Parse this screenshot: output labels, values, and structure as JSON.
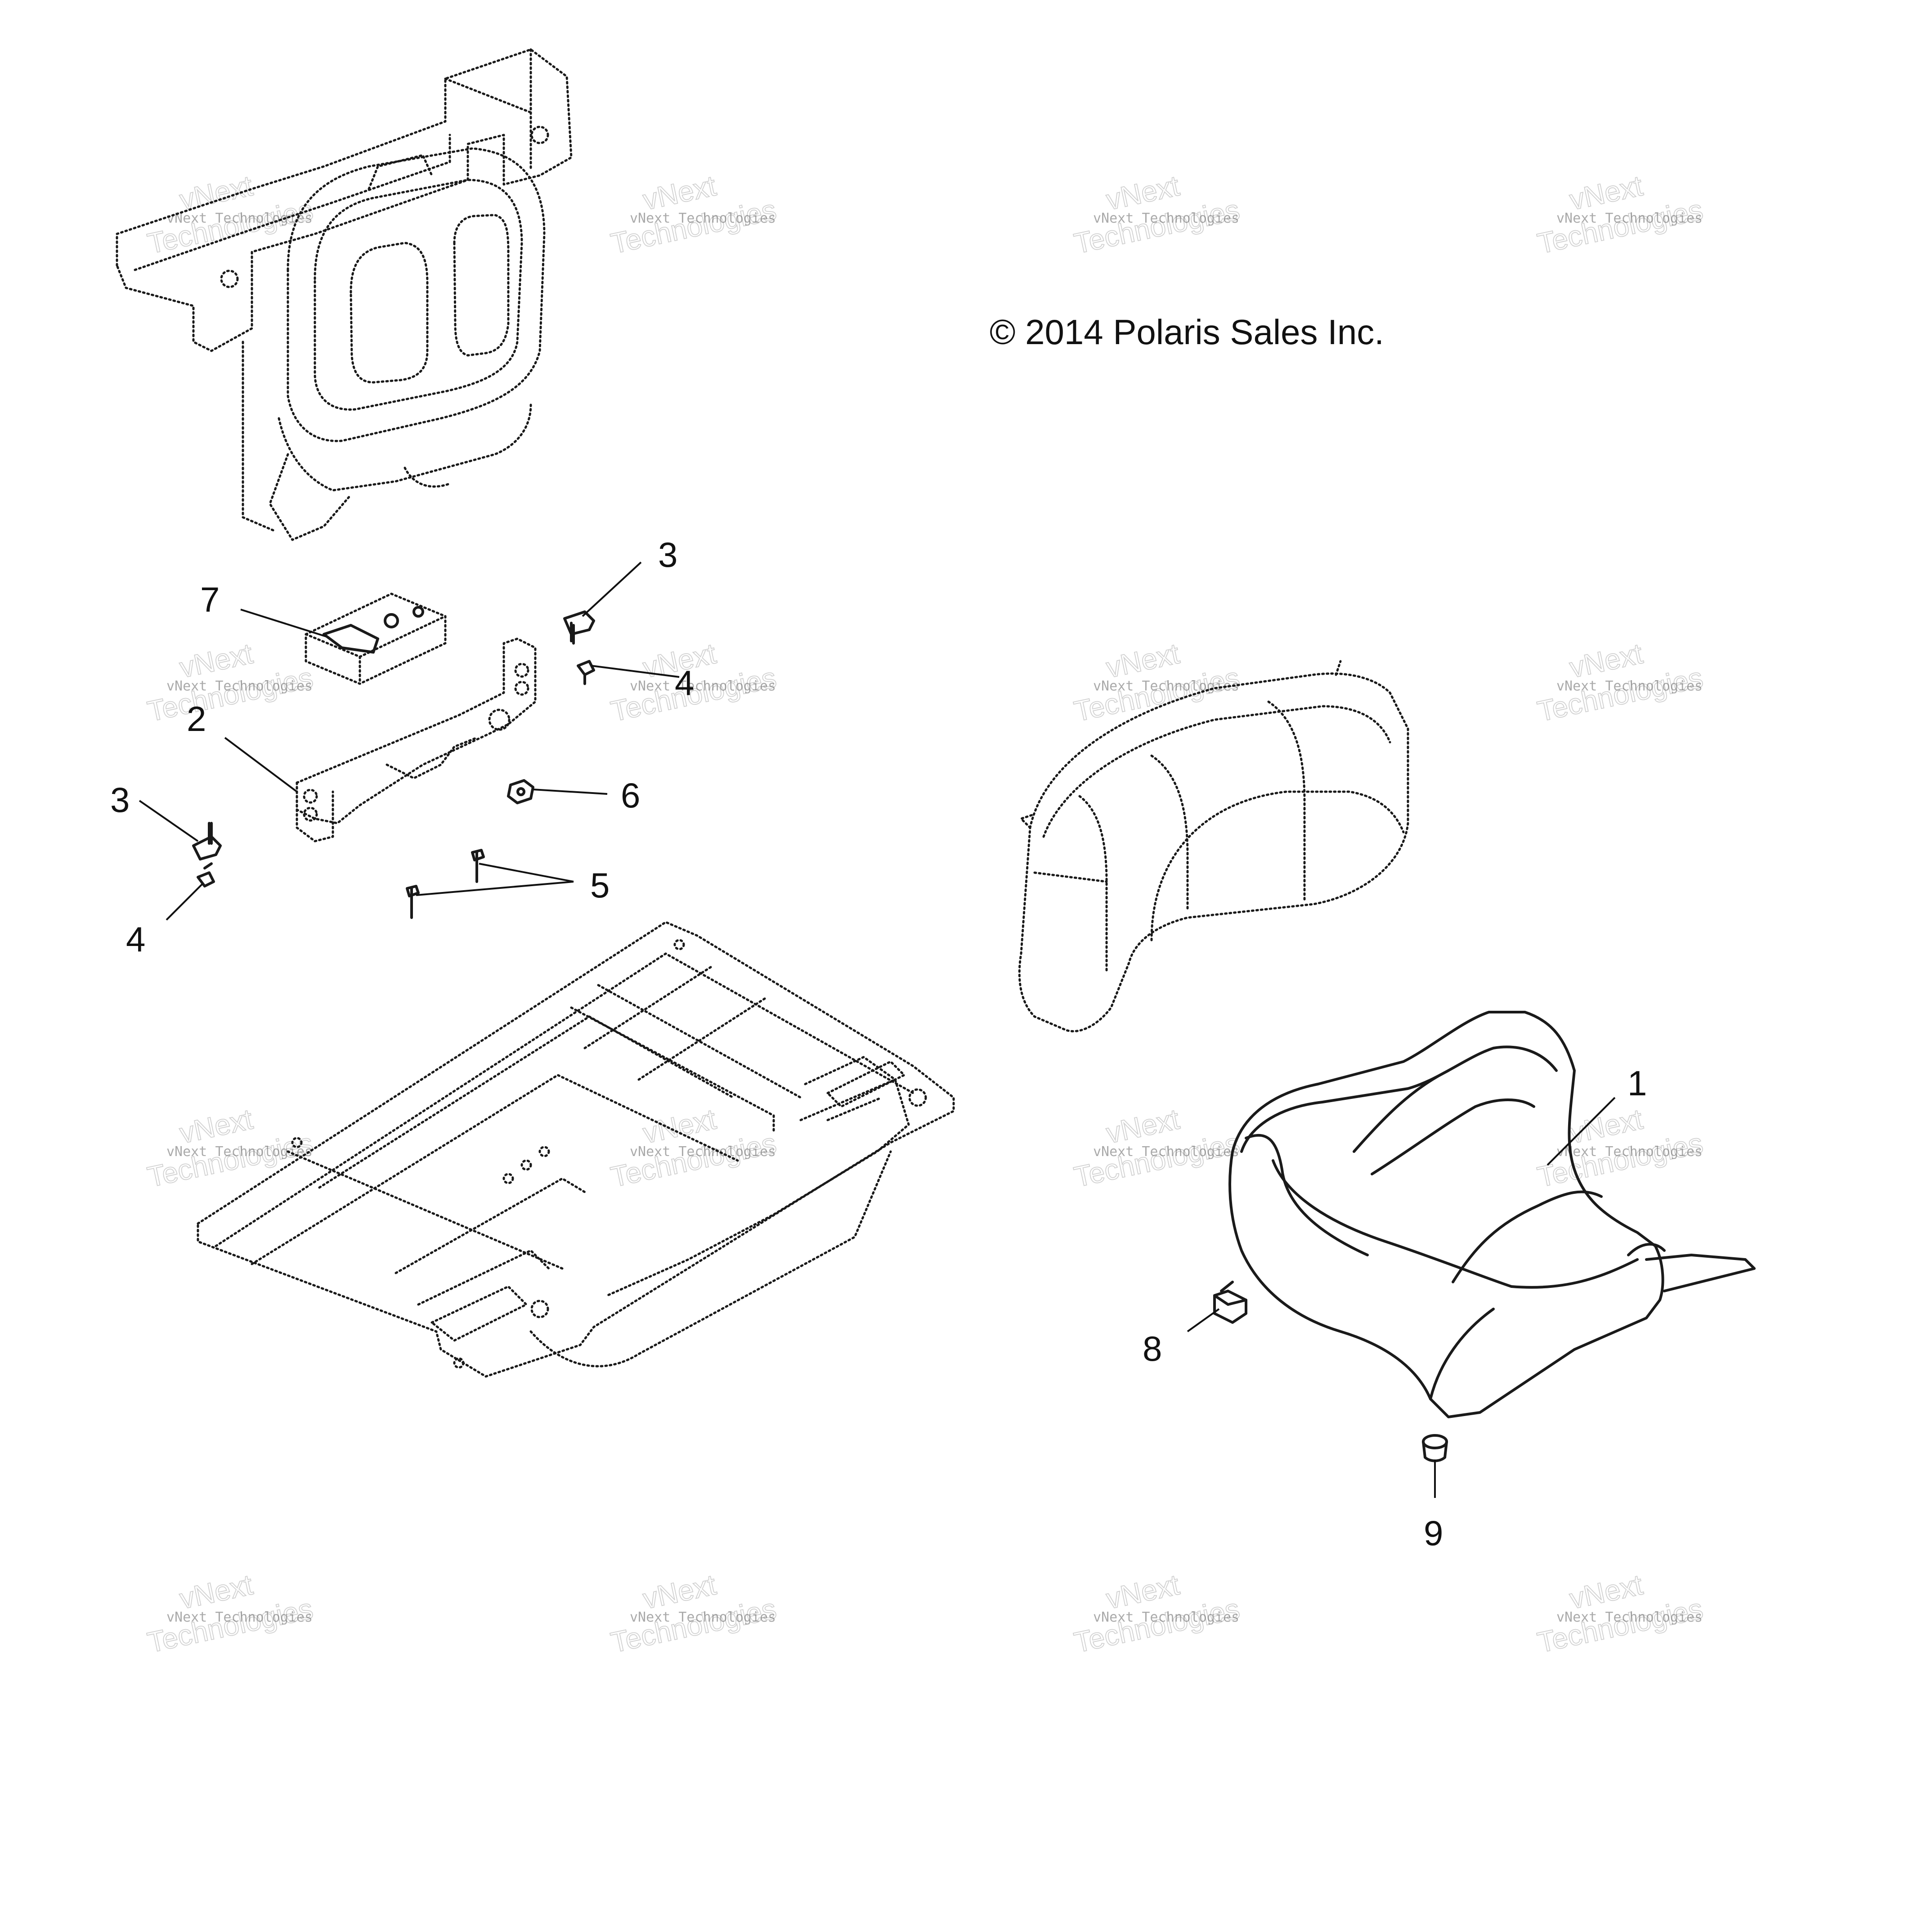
{
  "copyright": "© 2014 Polaris Sales Inc.",
  "watermark": {
    "small_text": "vNext Technologies",
    "large_line1": "vNext",
    "large_line2": "Technologies"
  },
  "callouts": {
    "seat": "1",
    "latch_bracket": "2",
    "stud_upper": "3",
    "stud_lower": "3",
    "screw_upper": "4",
    "screw_lower": "4",
    "bolts": "5",
    "nut": "6",
    "latch": "7",
    "clip": "8",
    "grommet": "9"
  }
}
